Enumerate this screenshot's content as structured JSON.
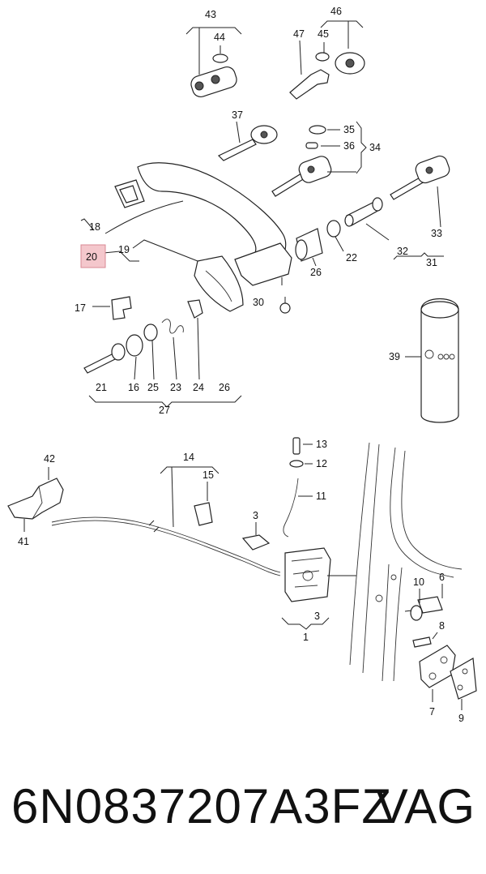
{
  "diagram": {
    "highlight_color": "#f4c7cc",
    "labels": {
      "43": "43",
      "44": "44",
      "46": "46",
      "47": "47",
      "45": "45",
      "37": "37",
      "35": "35",
      "36": "36",
      "34": "34",
      "18": "18",
      "20": "20",
      "19": "19",
      "26a": "26",
      "22": "22",
      "32": "32",
      "33": "33",
      "31": "31",
      "30": "30",
      "17": "17",
      "39": "39",
      "21": "21",
      "16": "16",
      "25": "25",
      "23": "23",
      "24": "24",
      "26b": "26",
      "27": "27",
      "42": "42",
      "41": "41",
      "14": "14",
      "15": "15",
      "3a": "3",
      "13": "13",
      "12": "12",
      "11": "11",
      "3b": "3",
      "1": "1",
      "10": "10",
      "6": "6",
      "8": "8",
      "7": "7",
      "9": "9"
    }
  },
  "caption": {
    "part_number": "6N0837207A3FZ",
    "brand": "VAG"
  }
}
